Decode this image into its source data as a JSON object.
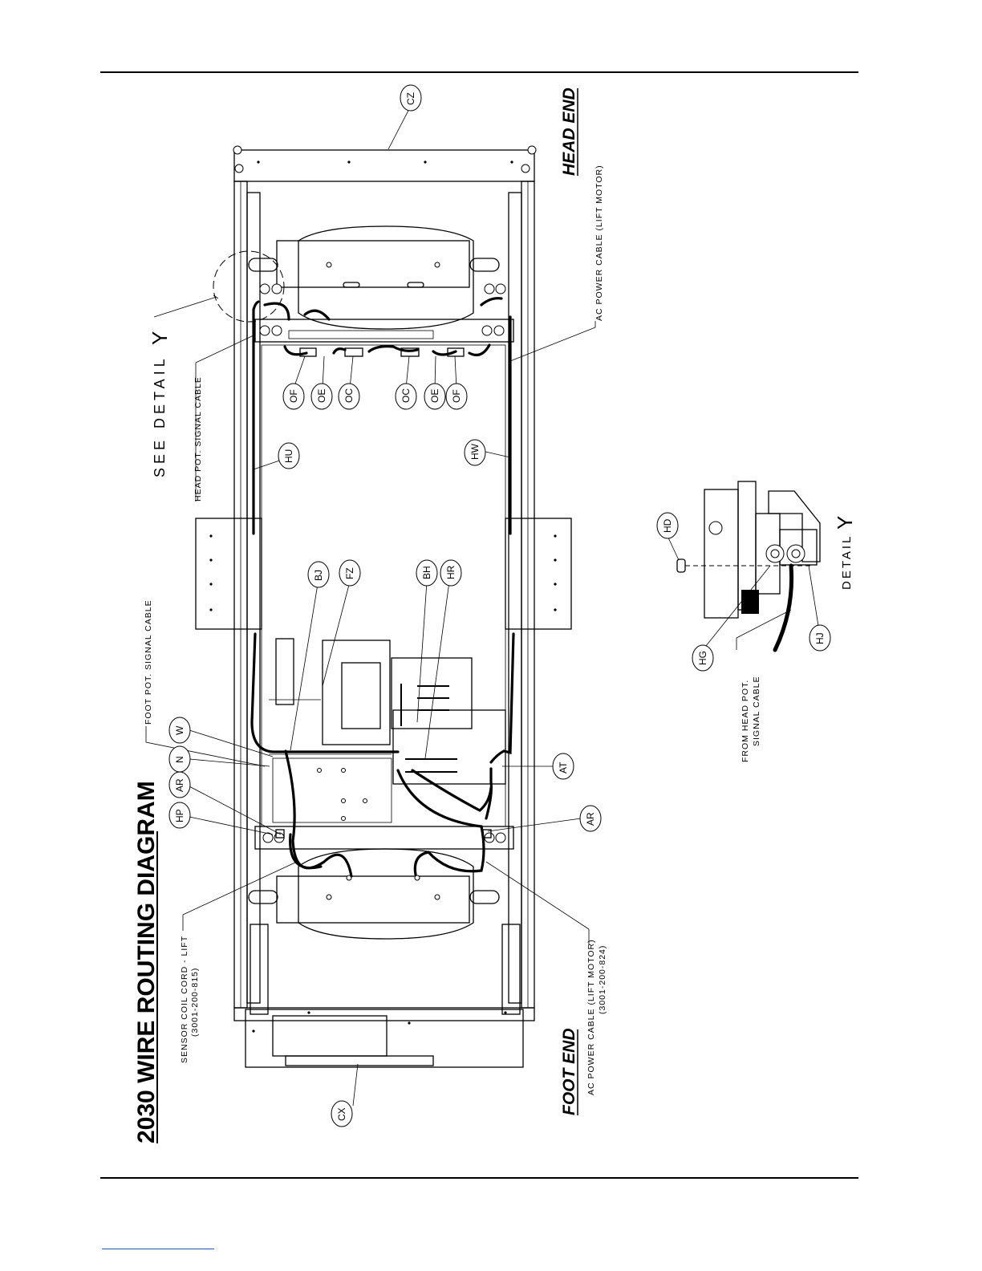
{
  "title": "2030 WIRE ROUTING DIAGRAM",
  "ends": {
    "head": "HEAD END",
    "foot": "FOOT END"
  },
  "see_detail": {
    "text": "SEE DETAIL",
    "letter": "Y"
  },
  "detail": {
    "word": "DETAIL",
    "letter": "Y"
  },
  "notes": {
    "head_pot_signal_cable": "HEAD POT. SIGNAL CABLE",
    "foot_pot_signal_cable": "FOOT POT. SIGNAL CABLE",
    "ac_power_cable_head": "AC POWER CABLE (LIFT MOTOR)",
    "ac_power_cable_foot_line1": "AC POWER CABLE (LIFT MOTOR)",
    "ac_power_cable_foot_line2": "(3001-200-824)",
    "sensor_coil_cord_line1": "SENSOR COIL CORD - LIFT",
    "sensor_coil_cord_line2": "(3001-200-815)",
    "from_head_pot_line1": "FROM HEAD POT.",
    "from_head_pot_line2": "SIGNAL CABLE"
  },
  "callouts": {
    "cz": "CZ",
    "cx": "CX",
    "of_1": "OF",
    "oe_1": "OE",
    "oc_1": "OC",
    "oc_2": "OC",
    "oe_2": "OE",
    "of_2": "OF",
    "hu": "HU",
    "hw": "HW",
    "bj": "BJ",
    "fz": "FZ",
    "bh": "BH",
    "hr": "HR",
    "w": "W",
    "n": "N",
    "ar_1": "AR",
    "hp": "HP",
    "at": "AT",
    "ar_2": "AR",
    "hd": "HD",
    "hg": "HG",
    "hj": "HJ"
  }
}
